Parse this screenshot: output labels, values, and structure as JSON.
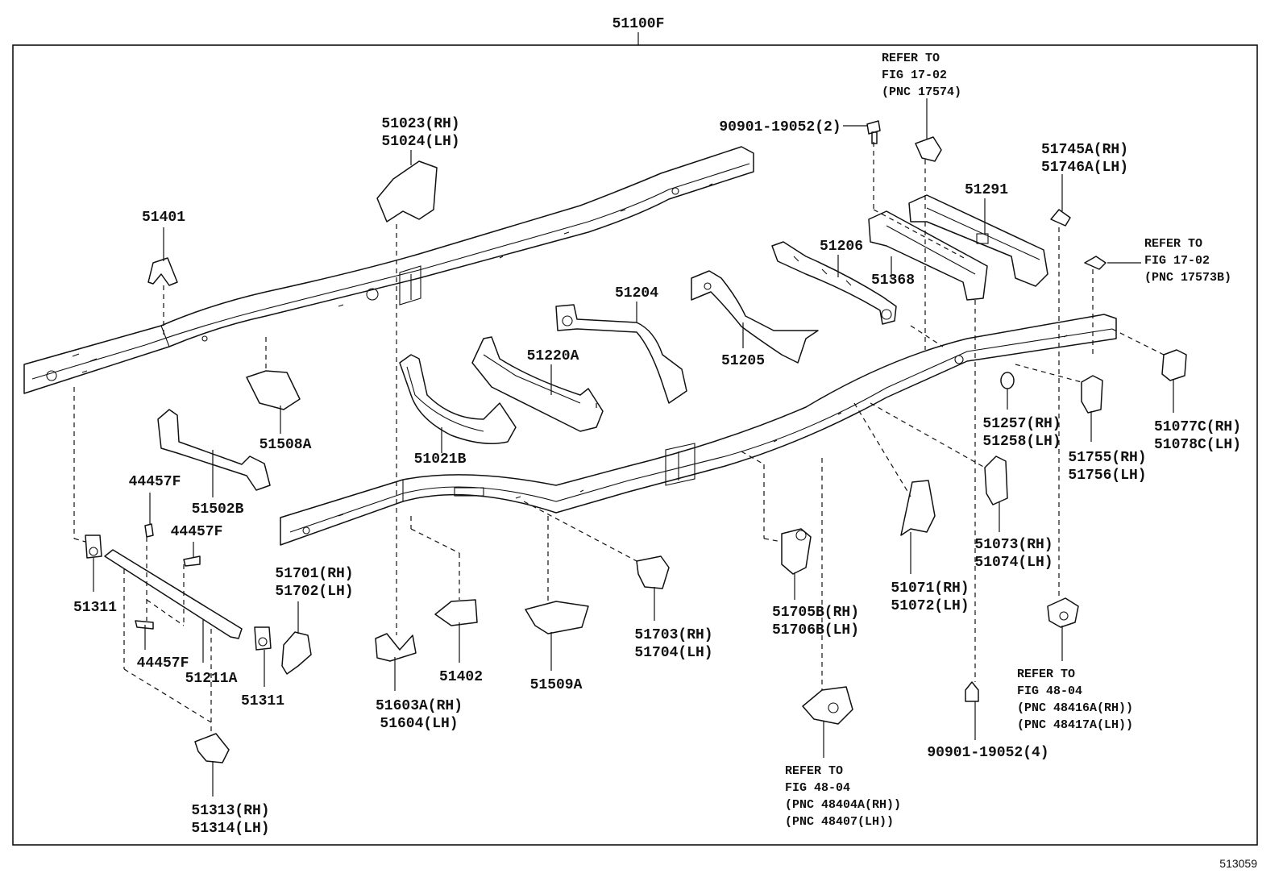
{
  "diagram": {
    "assembly_label": "51100F",
    "figure_number": "513059",
    "callouts": [
      {
        "key": "c51401",
        "lines": [
          "51401"
        ]
      },
      {
        "key": "c51023",
        "lines": [
          "51023(RH)",
          "51024(LH)"
        ]
      },
      {
        "key": "c51508a",
        "lines": [
          "51508A"
        ]
      },
      {
        "key": "c51502b",
        "lines": [
          "51502B"
        ]
      },
      {
        "key": "c44457f_1",
        "lines": [
          "44457F"
        ]
      },
      {
        "key": "c44457f_2",
        "lines": [
          "44457F"
        ]
      },
      {
        "key": "c44457f_3",
        "lines": [
          "44457F"
        ]
      },
      {
        "key": "c51311_1",
        "lines": [
          "51311"
        ]
      },
      {
        "key": "c51311_2",
        "lines": [
          "51311"
        ]
      },
      {
        "key": "c51211a",
        "lines": [
          "51211A"
        ]
      },
      {
        "key": "c51313",
        "lines": [
          "51313(RH)",
          "51314(LH)"
        ]
      },
      {
        "key": "c51701",
        "lines": [
          "51701(RH)",
          "51702(LH)"
        ]
      },
      {
        "key": "c51603a",
        "lines": [
          "51603A(RH)",
          "51604(LH)"
        ]
      },
      {
        "key": "c51402",
        "lines": [
          "51402"
        ]
      },
      {
        "key": "c51509a",
        "lines": [
          "51509A"
        ]
      },
      {
        "key": "c51703",
        "lines": [
          "51703(RH)",
          "51704(LH)"
        ]
      },
      {
        "key": "c51021b",
        "lines": [
          "51021B"
        ]
      },
      {
        "key": "c51220a",
        "lines": [
          "51220A"
        ]
      },
      {
        "key": "c51204",
        "lines": [
          "51204"
        ]
      },
      {
        "key": "c51205",
        "lines": [
          "51205"
        ]
      },
      {
        "key": "c51206",
        "lines": [
          "51206"
        ]
      },
      {
        "key": "c51368",
        "lines": [
          "51368"
        ]
      },
      {
        "key": "c51291",
        "lines": [
          "51291"
        ]
      },
      {
        "key": "c90901_2",
        "lines": [
          "90901-19052(2)"
        ]
      },
      {
        "key": "c90901_4",
        "lines": [
          "90901-19052(4)"
        ]
      },
      {
        "key": "c51745a",
        "lines": [
          "51745A(RH)",
          "51746A(LH)"
        ]
      },
      {
        "key": "c51257",
        "lines": [
          "51257(RH)",
          "51258(LH)"
        ]
      },
      {
        "key": "c51755",
        "lines": [
          "51755(RH)",
          "51756(LH)"
        ]
      },
      {
        "key": "c51077c",
        "lines": [
          "51077C(RH)",
          "51078C(LH)"
        ]
      },
      {
        "key": "c51073",
        "lines": [
          "51073(RH)",
          "51074(LH)"
        ]
      },
      {
        "key": "c51071",
        "lines": [
          "51071(RH)",
          "51072(LH)"
        ]
      },
      {
        "key": "c51705b",
        "lines": [
          "51705B(RH)",
          "51706B(LH)"
        ]
      }
    ],
    "references": [
      {
        "key": "r17574",
        "lines": [
          "REFER TO",
          "FIG 17-02",
          "(PNC 17574)"
        ]
      },
      {
        "key": "r17573b",
        "lines": [
          "REFER TO",
          "FIG 17-02",
          "(PNC 17573B)"
        ]
      },
      {
        "key": "r48416a",
        "lines": [
          "REFER TO",
          "FIG 48-04",
          "(PNC 48416A(RH))",
          "(PNC 48417A(LH))"
        ]
      },
      {
        "key": "r48404a",
        "lines": [
          "REFER TO",
          "FIG 48-04",
          "(PNC 48404A(RH))",
          "(PNC 48407(LH))"
        ]
      }
    ]
  }
}
